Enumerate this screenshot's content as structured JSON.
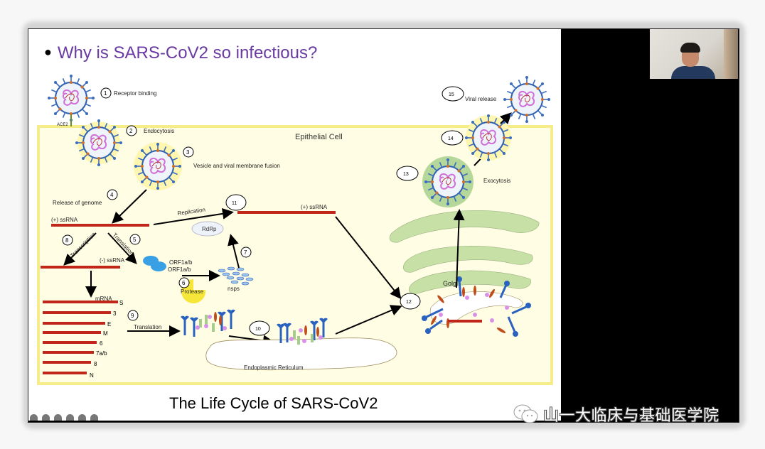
{
  "slide": {
    "title": "Why is SARS-CoV2 so infectious?",
    "caption": "The Life Cycle of SARS-CoV2",
    "cell_label": "Epithelial Cell",
    "receptor_label": "ACE2",
    "steps": [
      {
        "num": "1",
        "label": "Receptor binding"
      },
      {
        "num": "2",
        "label": "Endocytosis"
      },
      {
        "num": "3",
        "label": "Vesicle and viral membrane fusion"
      },
      {
        "num": "4",
        "label": "Release of genome"
      },
      {
        "num": "5",
        "label": "Translation"
      },
      {
        "num": "6",
        "label": "Protease"
      },
      {
        "num": "7",
        "label": ""
      },
      {
        "num": "8",
        "label": "Transcription"
      },
      {
        "num": "9",
        "label": "Translation"
      },
      {
        "num": "10",
        "label": ""
      },
      {
        "num": "11",
        "label": "Replication"
      },
      {
        "num": "12",
        "label": ""
      },
      {
        "num": "13",
        "label": ""
      },
      {
        "num": "14",
        "label": "Exocytosis"
      },
      {
        "num": "15",
        "label": "Viral release"
      }
    ],
    "rna": {
      "plus_ssrna": "(+) ssRNA",
      "plus_ssrna_2": "(+) ssRNA",
      "minus_ssrna": "(-) ssRNA",
      "mrna": "mRNA"
    },
    "orf_1": "ORF1a/b",
    "orf_2": "ORF1a/b",
    "rdrp": "RdRp",
    "nsps": "nsps",
    "golgi": "Golgi",
    "er": "Endoplasmic Reticulum",
    "mrna_genes": [
      "S",
      "3",
      "E",
      "M",
      "6",
      "7a/b",
      "8",
      "N"
    ]
  },
  "video": {
    "participant_label": "presenter webcam"
  },
  "toolbar": {
    "icons": [
      "back-icon",
      "pen-icon",
      "grid-icon",
      "pointer-icon",
      "menu-icon",
      "forward-icon"
    ]
  },
  "watermark": {
    "text": "山一大临床与基础医学院"
  },
  "colors": {
    "title": "#6a3aa3",
    "cell_fill": "#fffde3",
    "cell_border": "#f5ec8a",
    "rna": "#c0261a",
    "golgi": "#c6e0a6",
    "protease": "#f6e63a",
    "orf": "#3aa0e6"
  }
}
